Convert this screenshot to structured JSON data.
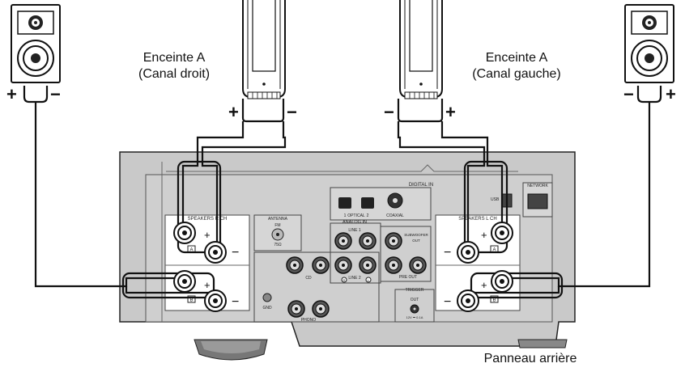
{
  "labels": {
    "speaker_right_line1": "Enceinte A",
    "speaker_right_line2": "(Canal droit)",
    "speaker_left_line1": "Enceinte A",
    "speaker_left_line2": "(Canal gauche)",
    "rear_panel": "Panneau arrière"
  },
  "polarity": {
    "plus": "+",
    "minus": "−"
  },
  "panel": {
    "digital_in": "DIGITAL IN",
    "optical": "OPTICAL",
    "optical_1": "1",
    "optical_2": "2",
    "coaxial": "COAXIAL",
    "usb": "USB",
    "network": "NETWORK",
    "antenna": "ANTENNA",
    "fm": "FM",
    "ohm": "75Ω",
    "analog_in": "ANALOG IN",
    "line1": "LINE 1",
    "line2": "LINE 2",
    "cd": "CD",
    "phono": "PHONO",
    "gnd": "GND",
    "subwoofer": "SUBWOOFER",
    "out": "OUT",
    "pre_out": "PRE OUT",
    "trigger": "TRIGGER",
    "trigger_out": "OUT",
    "trigger_spec": "12V ⎓ 0.1A",
    "speakers_r": "SPEAKERS R CH",
    "speakers_l": "SPEAKERS L CH",
    "a": "A",
    "b": "B",
    "r": "R",
    "l": "L"
  }
}
